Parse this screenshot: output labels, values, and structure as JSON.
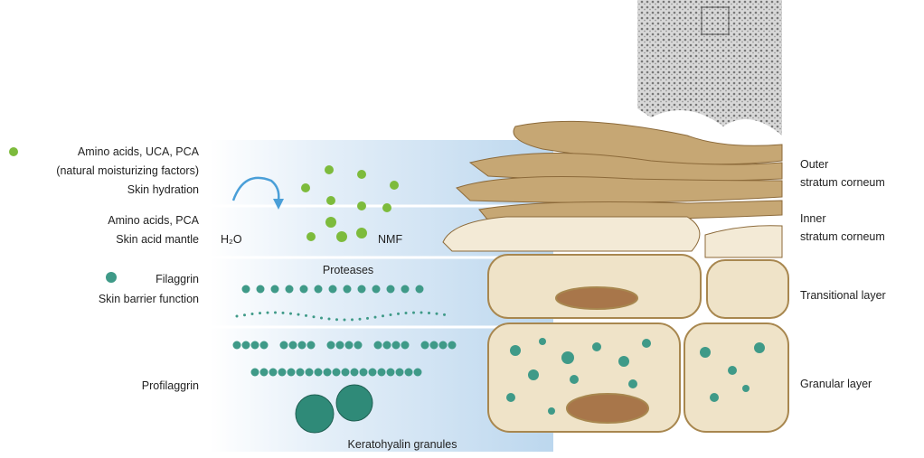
{
  "legend": {
    "nmf": {
      "line1": "Amino acids, UCA, PCA",
      "line2": "(natural moisturizing factors)",
      "line3": "Skin hydration"
    },
    "acid": {
      "line1": "Amino acids, PCA",
      "line2": "Skin acid mantle"
    },
    "filaggrin": {
      "line1": "Filaggrin",
      "line2": "Skin barrier function"
    },
    "profilaggrin": "Profilaggrin"
  },
  "middle": {
    "water": "H₂O",
    "nmf": "NMF",
    "proteases": "Proteases",
    "granules": "Keratohyalin granules"
  },
  "layers": {
    "outer": {
      "line1": "Outer",
      "line2": "stratum corneum"
    },
    "inner": {
      "line1": "Inner",
      "line2": "stratum corneum"
    },
    "transitional": "Transitional layer",
    "granular": "Granular layer"
  },
  "colors": {
    "nmf_green": "#7dbb3c",
    "filaggrin_teal": "#3f9a88",
    "cell_fill": "#efe3c8",
    "cell_edge": "#a8874f",
    "nucleus": "#a8764a",
    "band_blue": "#cfe3f3"
  }
}
